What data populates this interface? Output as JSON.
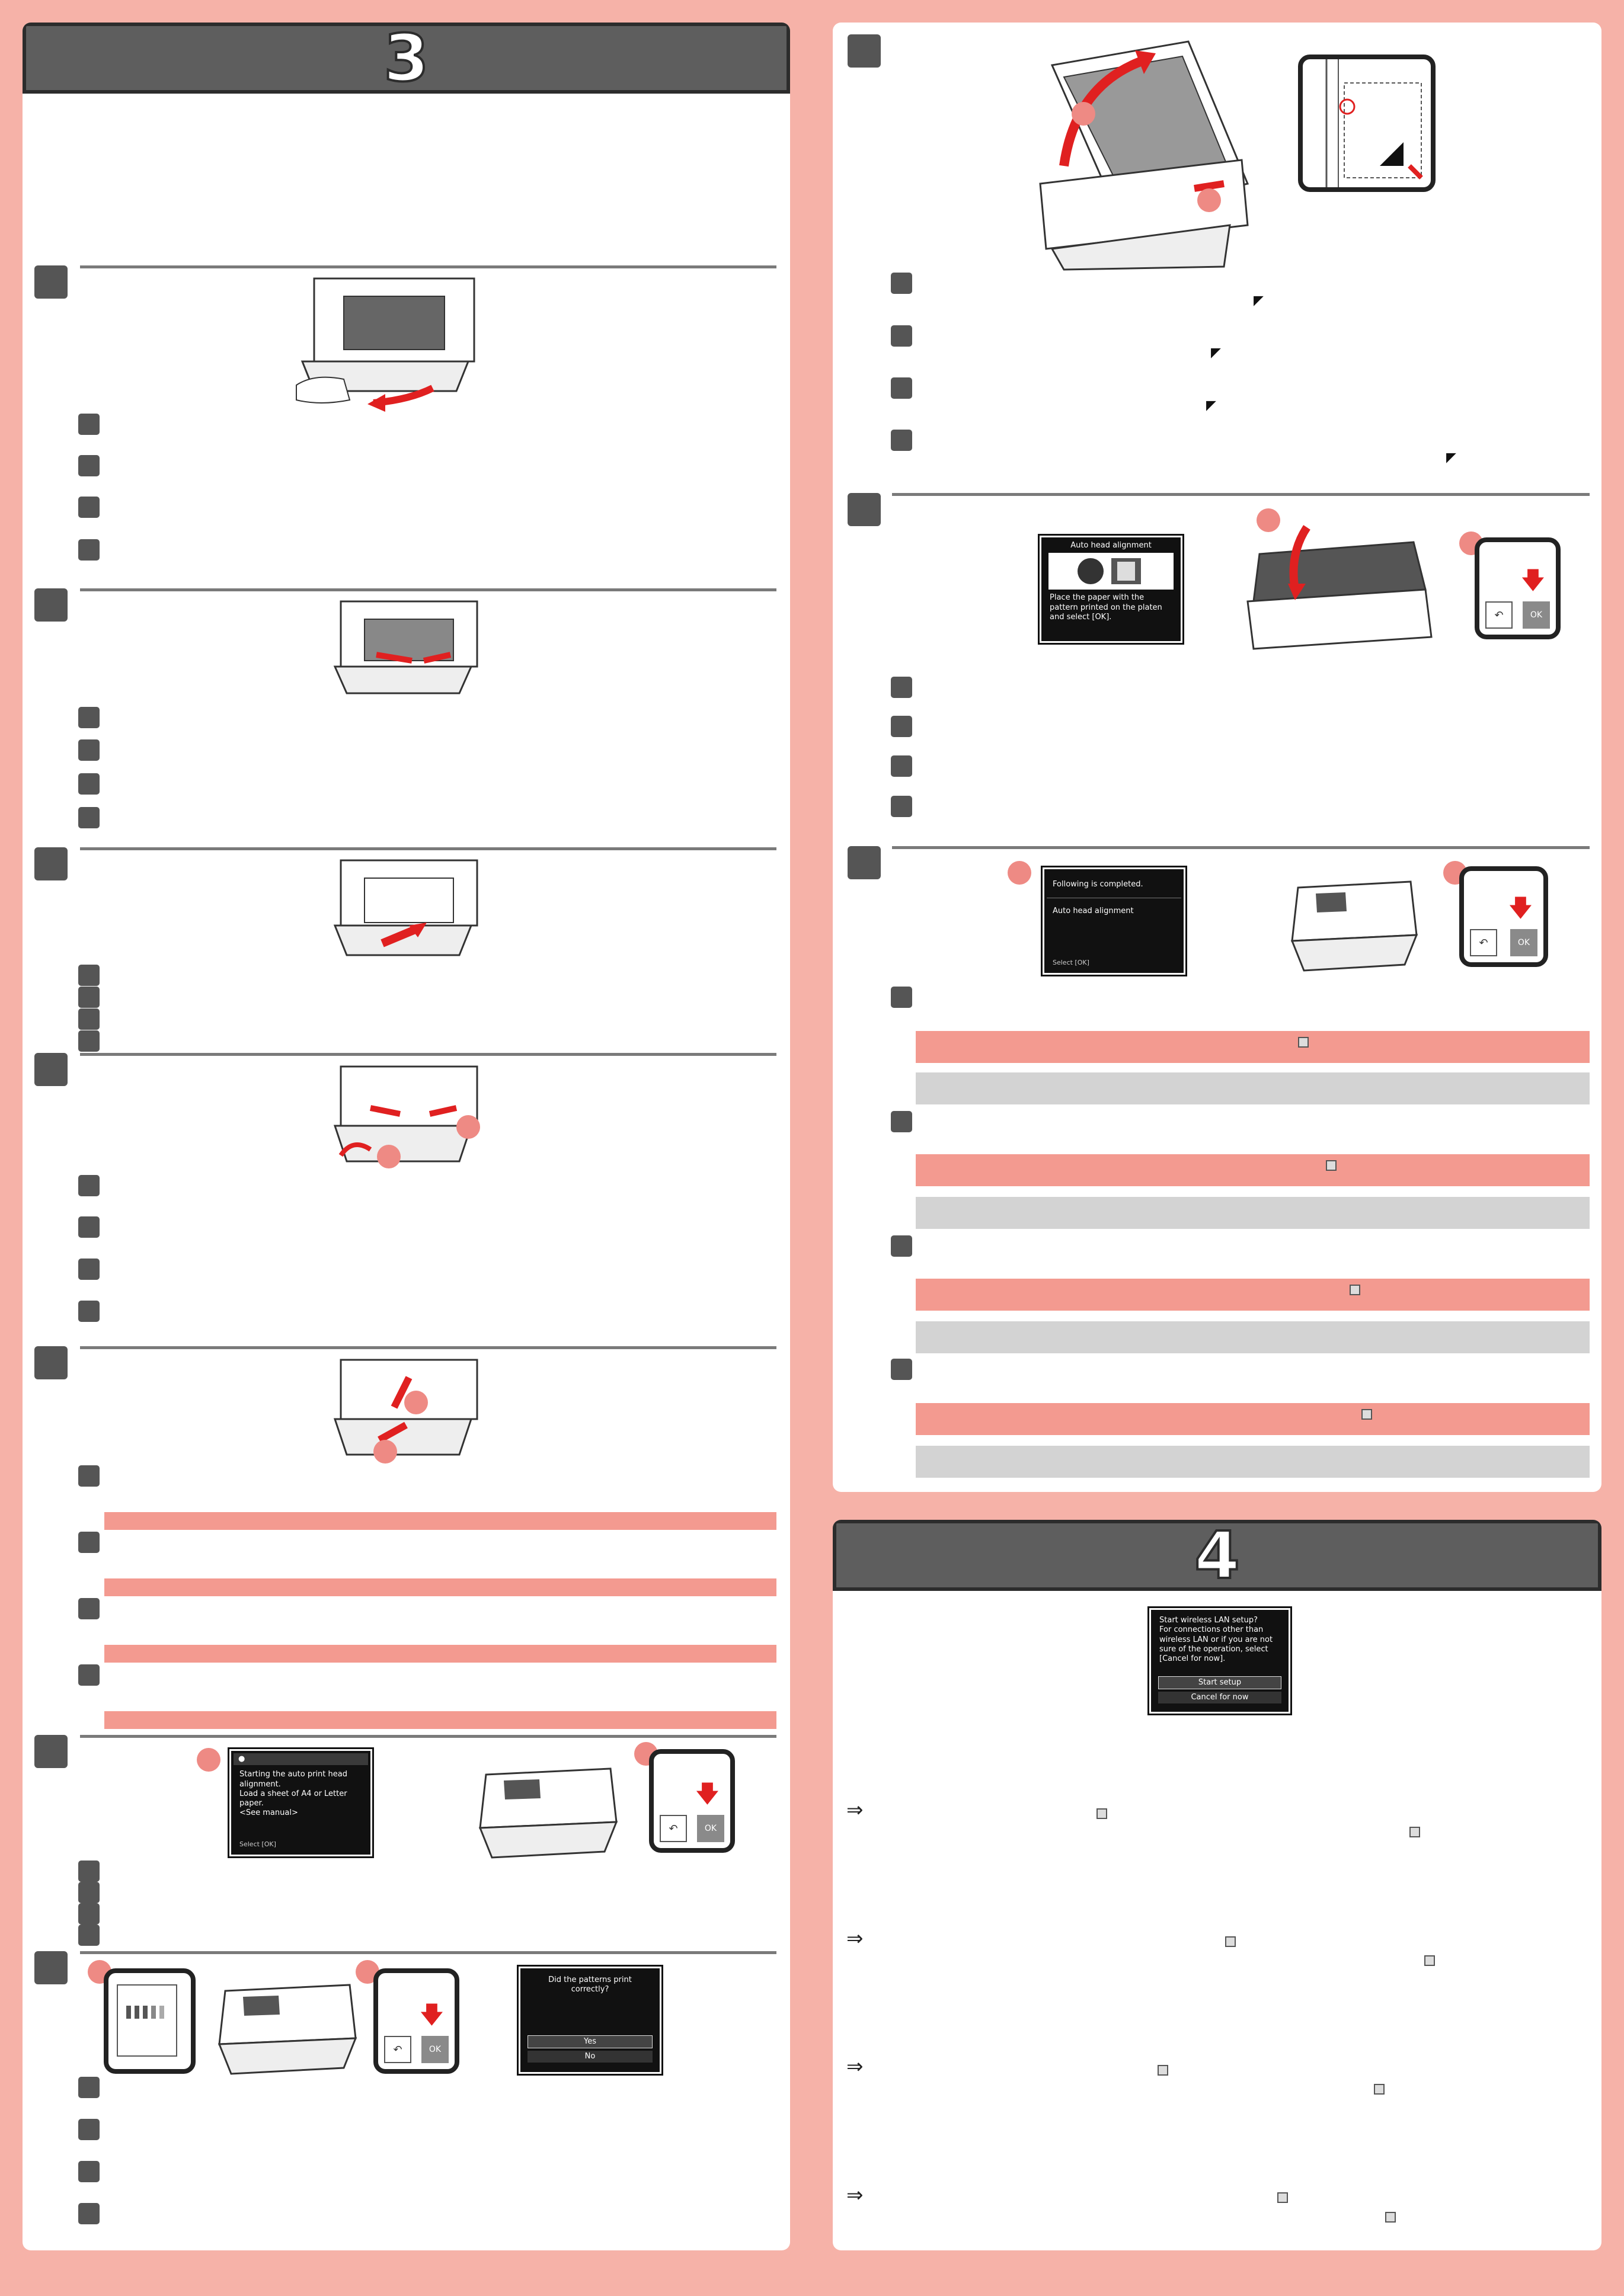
{
  "sections": {
    "s3": {
      "number": "3"
    },
    "s4": {
      "number": "4"
    }
  },
  "screens": {
    "auto_head_alignment": {
      "title": "Auto head alignment",
      "message": "Place the paper with the\npattern printed on the platen\nand select ",
      "ok": "OK"
    },
    "completed": {
      "line1": "Following is completed.",
      "line2": "Auto head alignment",
      "select": "Select",
      "ok": "OK"
    },
    "starting": {
      "message": "Starting the auto print head\nalignment.\nLoad a sheet of A4 or Letter\npaper.\n<See manual>",
      "select": "Select",
      "ok": "OK"
    },
    "patterns": {
      "question": "Did the patterns print correctly?",
      "yes": "Yes",
      "no": "No"
    },
    "wireless": {
      "message": "Start wireless LAN setup?\nFor connections other than\nwireless LAN or if you are not\nsure of the operation, select\n[Cancel for now].",
      "start": "Start setup",
      "cancel": "Cancel for now"
    }
  },
  "pad": {
    "ok": "OK",
    "back": "↶"
  },
  "symbols": {
    "arrow": "⇒",
    "corner": "◤"
  }
}
